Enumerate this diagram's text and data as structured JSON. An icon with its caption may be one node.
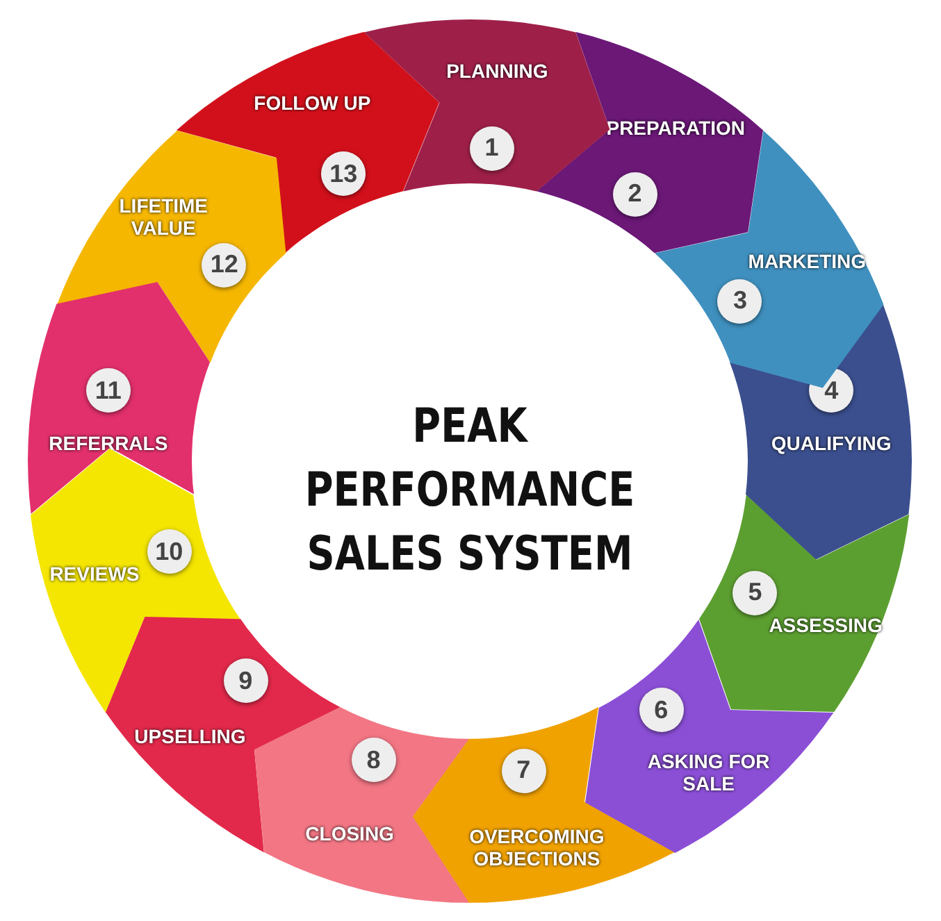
{
  "diagram": {
    "title": "PEAK PERFORMANCE SALES SYSTEM",
    "nodes": [
      {
        "text": [
          "PLANNING",
          "1"
        ]
      },
      {
        "text": [
          "PREPARATION",
          "2"
        ]
      },
      {
        "text": [
          "MARKETING",
          "3"
        ]
      },
      {
        "text": [
          "4",
          "QUALIFYING"
        ]
      },
      {
        "text": [
          "5",
          "ASSESSING"
        ]
      },
      {
        "text": [
          "6",
          "ASKING FOR SALE"
        ]
      },
      {
        "text": [
          "7",
          "OVERCOMING OBJECTIONS"
        ]
      },
      {
        "text": [
          "8",
          "CLOSING"
        ]
      },
      {
        "text": [
          "9",
          "UPSELLING"
        ]
      },
      {
        "text": [
          "10",
          "REVIEWS"
        ]
      },
      {
        "text": [
          "11",
          "REFERRALS"
        ]
      },
      {
        "text": [
          "LIFETIME VALUE",
          "12"
        ]
      },
      {
        "text": [
          "FOLLOW UP",
          "13"
        ]
      }
    ],
    "edges": []
  }
}
